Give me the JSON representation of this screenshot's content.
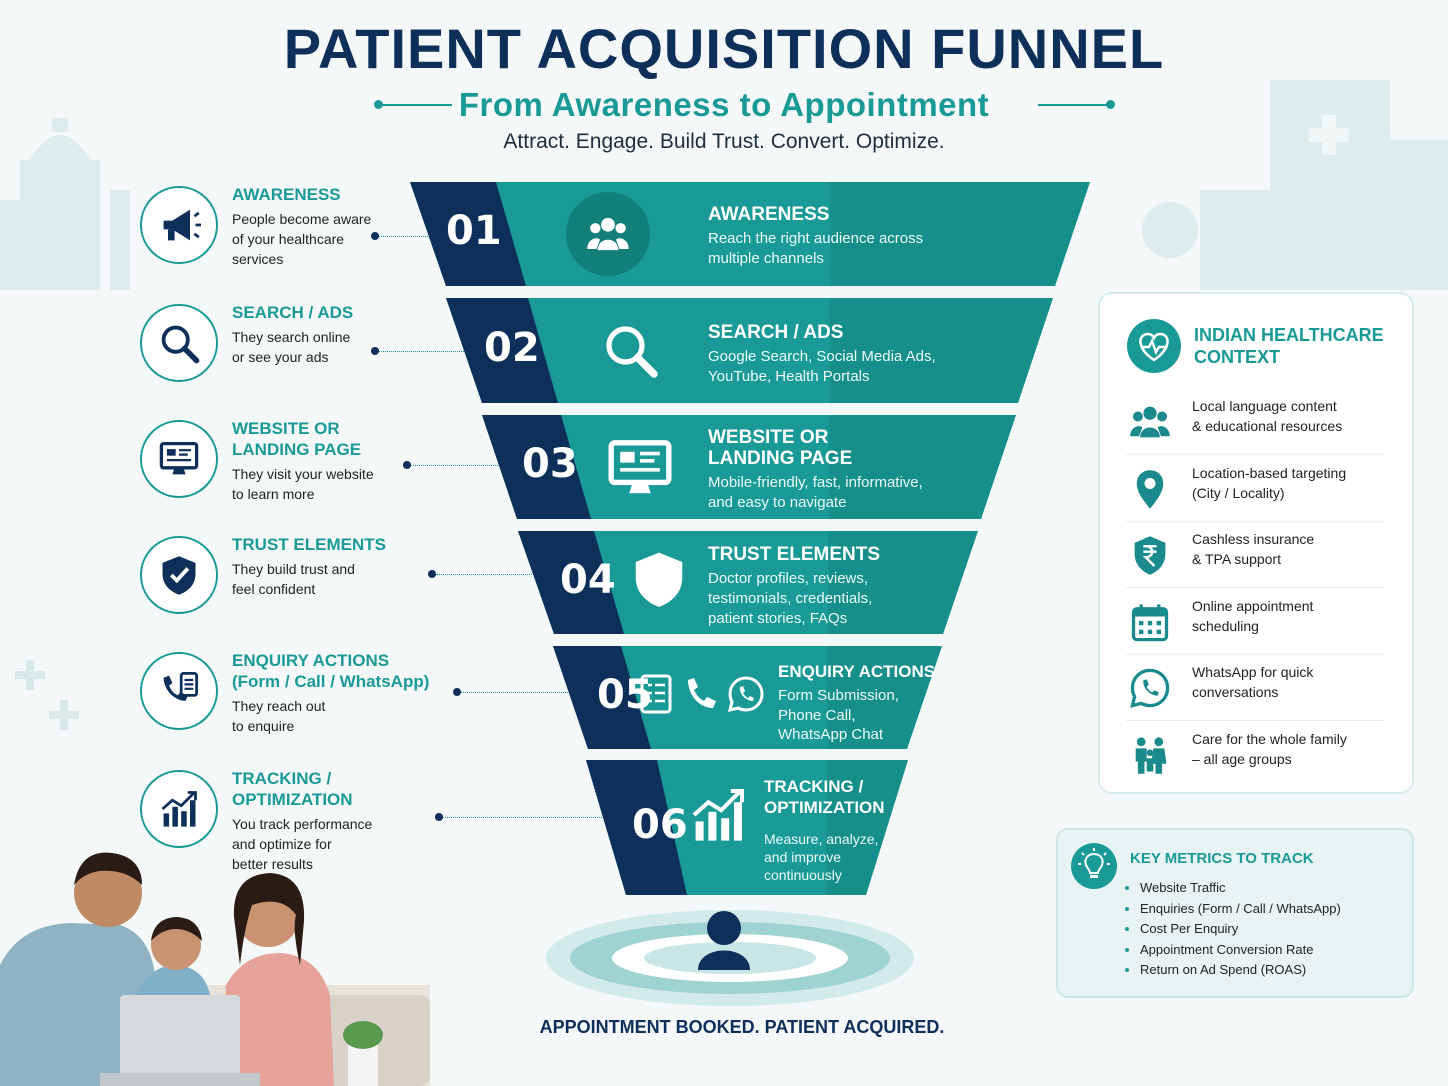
{
  "header": {
    "title": "PATIENT ACQUISITION FUNNEL",
    "subtitle": "From Awareness to Appointment",
    "tagline": "Attract. Engage. Build Trust. Convert. Optimize."
  },
  "left_steps": [
    {
      "title_lines": [
        "AWARENESS"
      ],
      "desc_lines": [
        "People become aware",
        "of your healthcare",
        "services"
      ],
      "icon": "megaphone-icon"
    },
    {
      "title_lines": [
        "SEARCH / ADS"
      ],
      "desc_lines": [
        "They search online",
        "or see your ads"
      ],
      "icon": "search-icon"
    },
    {
      "title_lines": [
        "WEBSITE OR",
        "LANDING PAGE"
      ],
      "desc_lines": [
        "They visit your website",
        "to learn more"
      ],
      "icon": "monitor-icon"
    },
    {
      "title_lines": [
        "TRUST ELEMENTS"
      ],
      "desc_lines": [
        "They build trust and",
        "feel confident"
      ],
      "icon": "shield-check-icon"
    },
    {
      "title_lines": [
        "ENQUIRY ACTIONS",
        "(Form / Call / WhatsApp)"
      ],
      "desc_lines": [
        "They reach out",
        "to enquire"
      ],
      "icon": "phone-form-icon"
    },
    {
      "title_lines": [
        "TRACKING /",
        "OPTIMIZATION"
      ],
      "desc_lines": [
        "You track performance",
        "and optimize for",
        "better results"
      ],
      "icon": "chart-growth-icon"
    }
  ],
  "funnel_stages": [
    {
      "number": "01",
      "title_lines": [
        "AWARENESS"
      ],
      "desc_lines": [
        "Reach the right audience across",
        "multiple channels"
      ],
      "icon": "people-icon"
    },
    {
      "number": "02",
      "title_lines": [
        "SEARCH / ADS"
      ],
      "desc_lines": [
        "Google Search, Social Media Ads,",
        "YouTube, Health Portals"
      ],
      "icon": "search-icon"
    },
    {
      "number": "03",
      "title_lines": [
        "WEBSITE OR",
        "LANDING PAGE"
      ],
      "desc_lines": [
        "Mobile-friendly, fast, informative,",
        "and easy to navigate"
      ],
      "icon": "monitor-icon"
    },
    {
      "number": "04",
      "title_lines": [
        "TRUST ELEMENTS"
      ],
      "desc_lines": [
        "Doctor profiles, reviews,",
        "testimonials, credentials,",
        "patient stories, FAQs"
      ],
      "icon": "shield-check-icon"
    },
    {
      "number": "05",
      "title_lines": [
        "ENQUIRY ACTIONS"
      ],
      "desc_lines": [
        "Form Submission,",
        "Phone Call,",
        "WhatsApp Chat"
      ],
      "icon": "form-phone-whatsapp-icon"
    },
    {
      "number": "06",
      "title_lines": [
        "TRACKING /",
        "OPTIMIZATION"
      ],
      "desc_lines": [
        "Measure, analyze,",
        "and improve",
        "continuously"
      ],
      "icon": "chart-growth-icon"
    }
  ],
  "final_text": "APPOINTMENT BOOKED. PATIENT ACQUIRED.",
  "context_panel": {
    "title_lines": [
      "INDIAN HEALTHCARE",
      "CONTEXT"
    ],
    "items": [
      {
        "lines": [
          "Local language content",
          "& educational resources"
        ],
        "icon": "people-icon"
      },
      {
        "lines": [
          "Location-based targeting",
          "(City / Locality)"
        ],
        "icon": "location-pin-icon"
      },
      {
        "lines": [
          "Cashless insurance",
          "& TPA support"
        ],
        "icon": "rupee-shield-icon"
      },
      {
        "lines": [
          "Online appointment",
          "scheduling"
        ],
        "icon": "calendar-icon"
      },
      {
        "lines": [
          "WhatsApp for quick",
          "conversations"
        ],
        "icon": "whatsapp-icon"
      },
      {
        "lines": [
          "Care for the whole family",
          "– all age groups"
        ],
        "icon": "family-icon"
      }
    ]
  },
  "metrics_panel": {
    "title": "KEY METRICS TO TRACK",
    "items": [
      "Website Traffic",
      "Enquiries (Form / Call / WhatsApp)",
      "Cost Per Enquiry",
      "Appointment Conversion Rate",
      "Return on Ad Spend (ROAS)"
    ]
  },
  "colors": {
    "navy": "#0d2f5a",
    "teal": "#1a9a96",
    "teal_dark": "#137f7b"
  }
}
